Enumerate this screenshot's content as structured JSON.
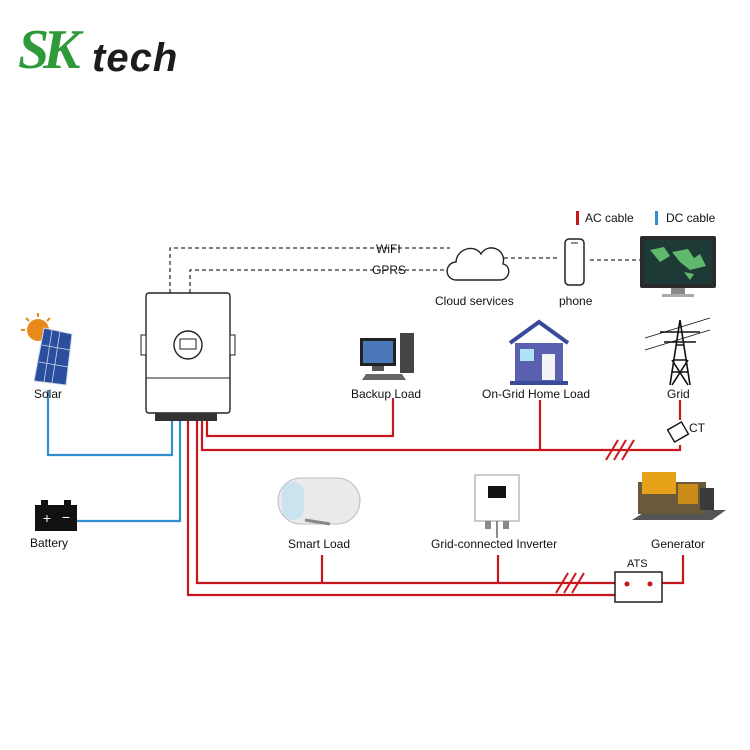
{
  "brand": {
    "logo_sk": "SK",
    "logo_tech": "tech",
    "accent_green": "#2f9a3a"
  },
  "legend": [
    {
      "label": "AC cable",
      "color": "#c8161d"
    },
    {
      "label": "DC cable",
      "color": "#2f8fd0"
    }
  ],
  "links": {
    "wifi": "WiFI",
    "gprs": "GPRS"
  },
  "components": {
    "cloud": "Cloud services",
    "phone": "phone",
    "solar": "Solar",
    "battery": "Battery",
    "backup_load": "Backup Load",
    "ongrid_home_load": "On-Grid Home Load",
    "grid": "Grid",
    "ct": "CT",
    "smart_load": "Smart Load",
    "grid_inverter": "Grid-connected Inverter",
    "generator": "Generator",
    "ats": "ATS"
  },
  "colors": {
    "ac": "#c8161d",
    "dc": "#2f8fd0",
    "signal": "#333333"
  }
}
